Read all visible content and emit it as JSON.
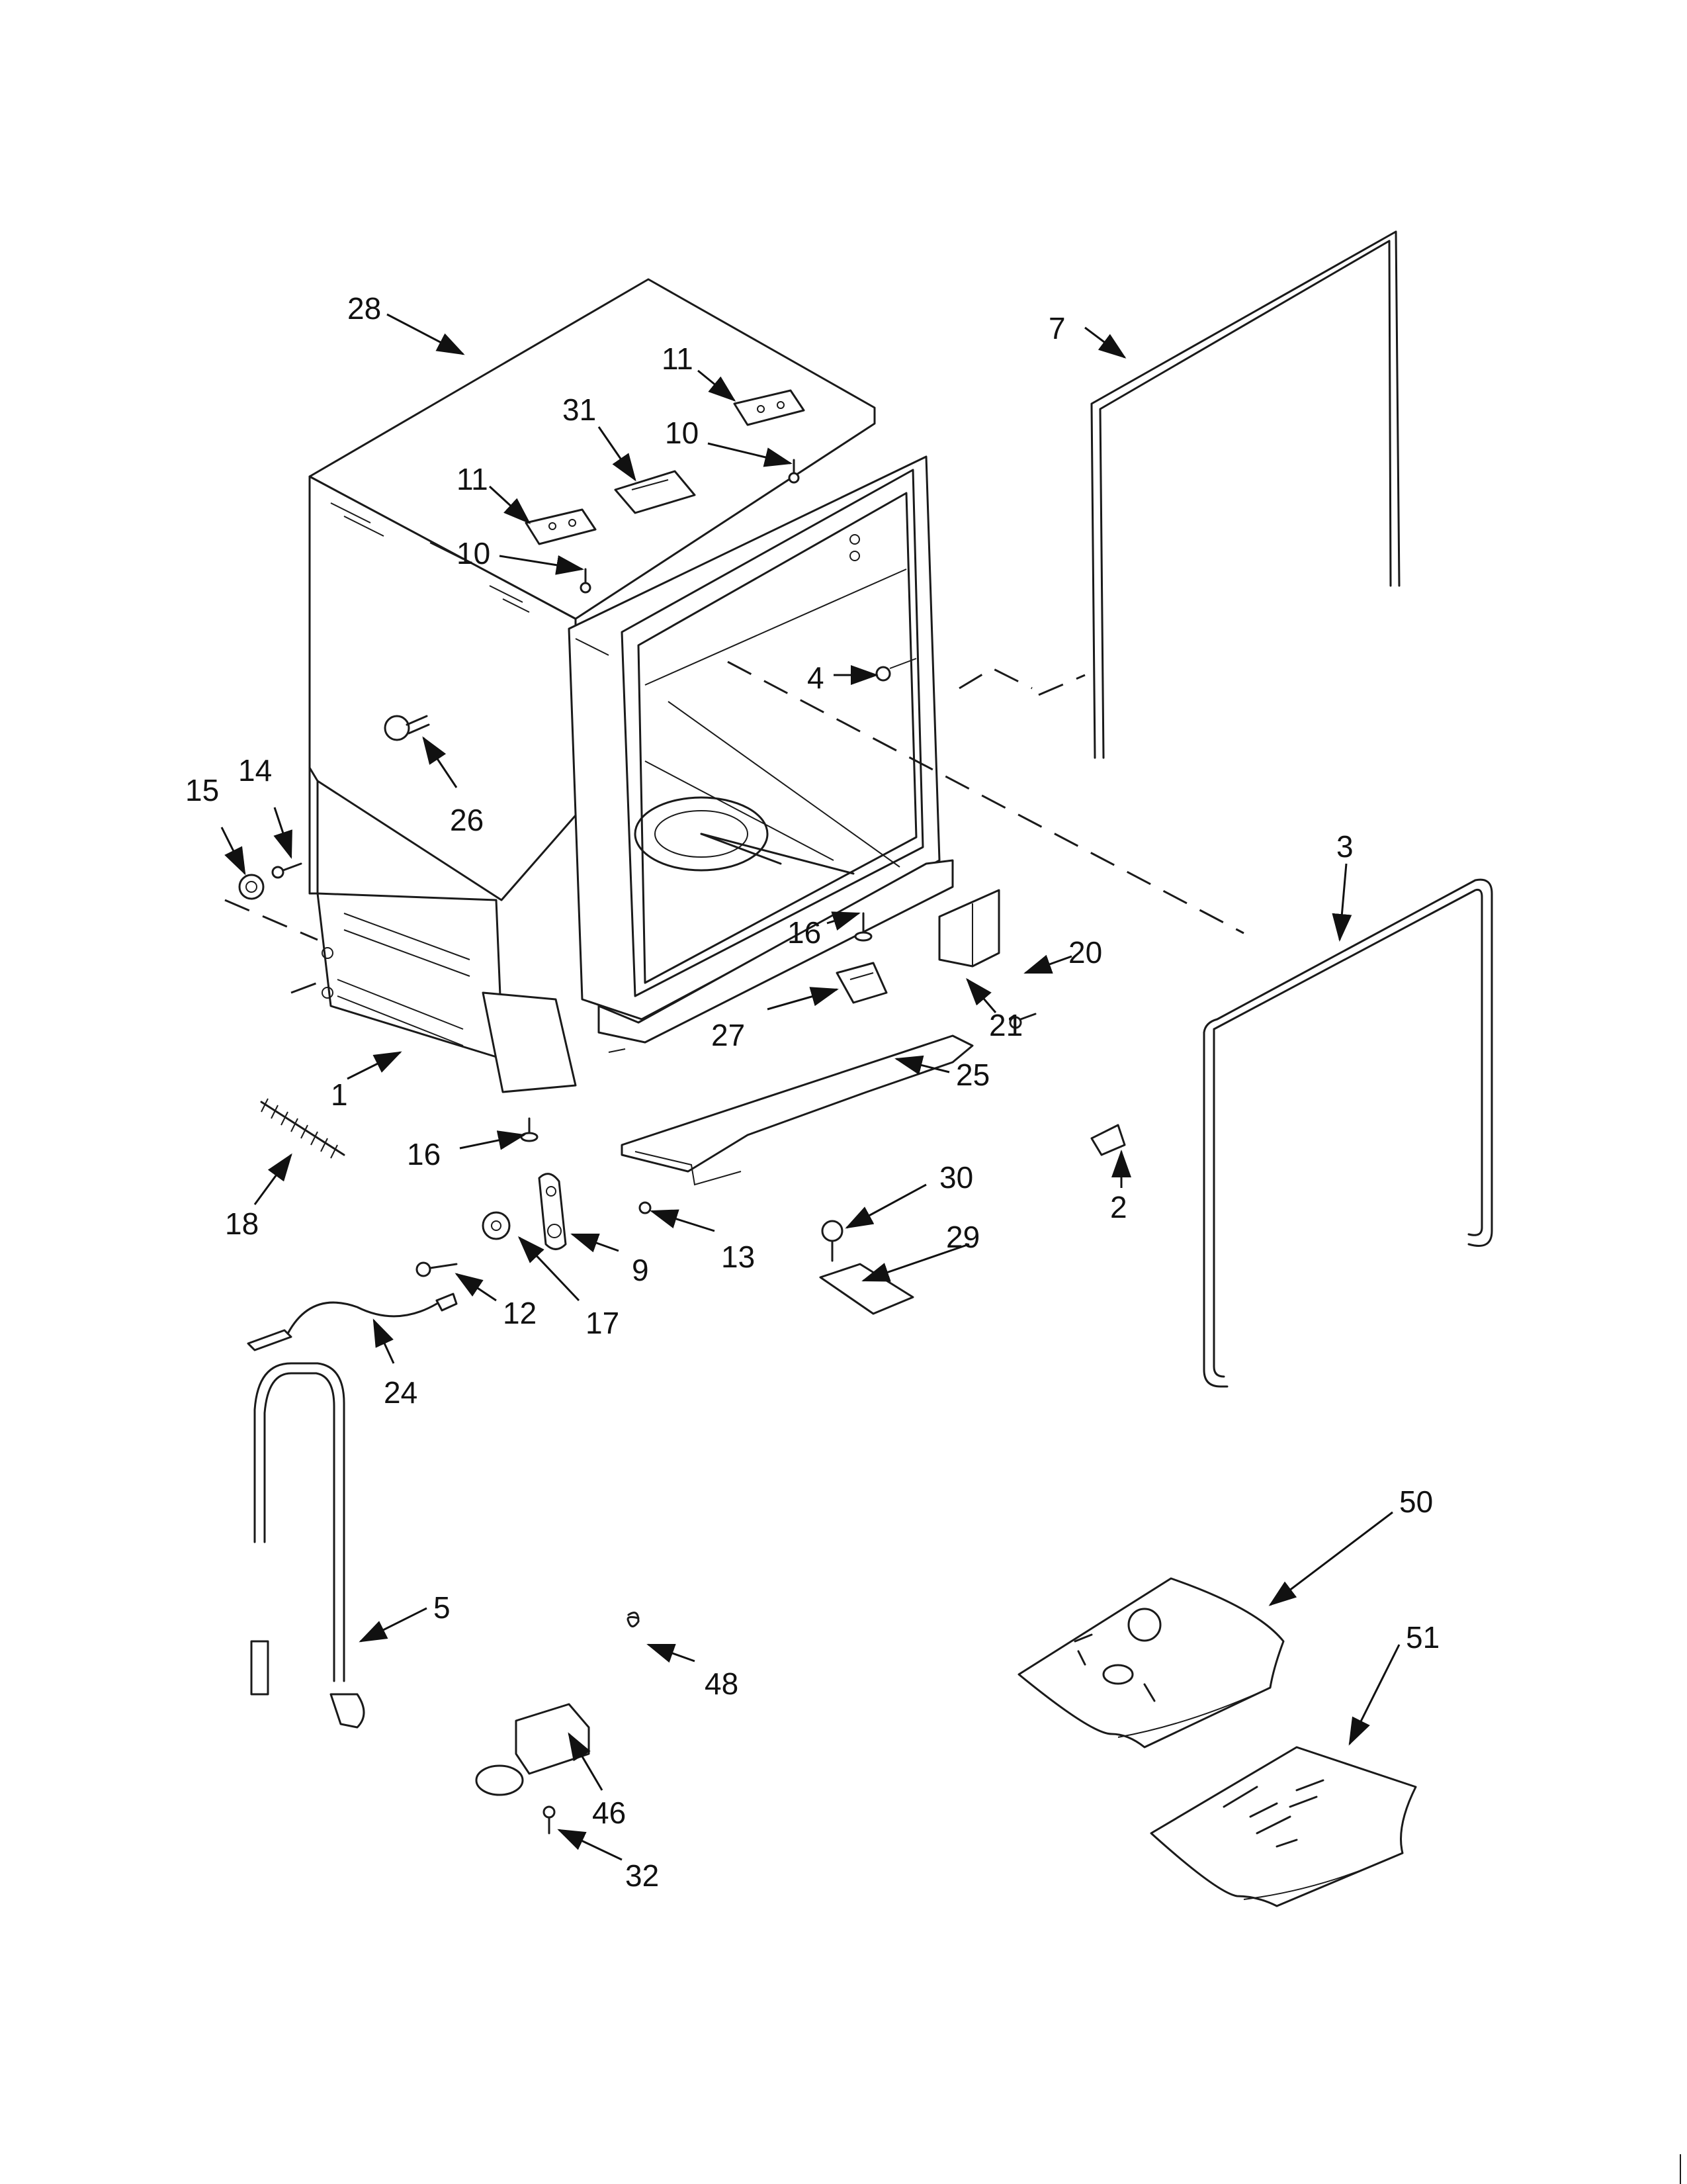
{
  "callouts": {
    "c28": "28",
    "c11a": "11",
    "c31": "31",
    "c10a": "10",
    "c11b": "11",
    "c10b": "10",
    "c7": "7",
    "c4": "4",
    "c26": "26",
    "c15": "15",
    "c14": "14",
    "c3": "3",
    "c16a": "16",
    "c20": "20",
    "c21": "21",
    "c27": "27",
    "c25": "25",
    "c1": "1",
    "c2": "2",
    "c16b": "16",
    "c18": "18",
    "c30": "30",
    "c13": "13",
    "c29": "29",
    "c9": "9",
    "c17": "17",
    "c12": "12",
    "c24": "24",
    "c5": "5",
    "c48": "48",
    "c50": "50",
    "c51": "51",
    "c46": "46",
    "c32": "32"
  },
  "colors": {
    "line": "#1a1a1a",
    "background": "#ffffff"
  }
}
